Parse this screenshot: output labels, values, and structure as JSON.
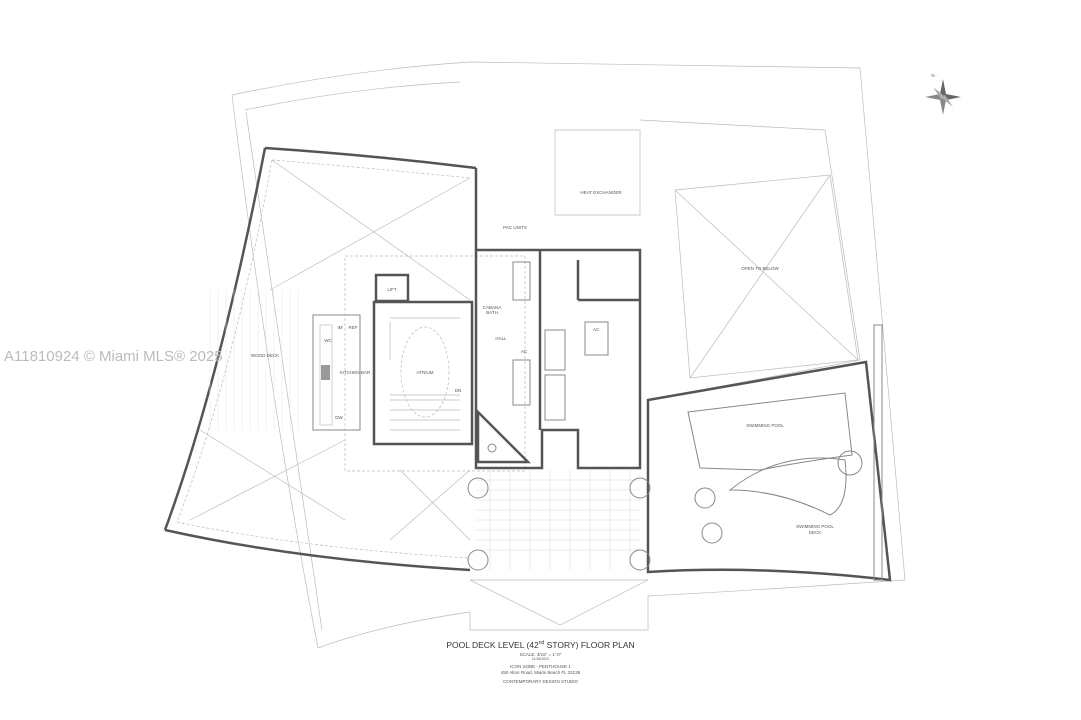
{
  "plan": {
    "title_main": "POOL DECK LEVEL (42",
    "title_sup": "nd",
    "title_end": " STORY) FLOOR PLAN",
    "scale": "SCALE: 3/16\" = 1'-0\"",
    "scale_sub": "11/18/2022",
    "project": "ICON SOBE - PENTHOUSE 1",
    "address": "450 Alton Road, Miami Beach FL 33139",
    "studio": "CONTEMPORARY DESIGN STUDIO",
    "north": "N"
  },
  "rooms": {
    "wood_deck": "WOOD DECK",
    "kitchen_bar": "KITCHEN-BAR",
    "atrium": "ATRIUM",
    "lift": "LIFT",
    "cabana": "CABANA",
    "bath": "BATH",
    "hall": "HALL",
    "ac1": "AC",
    "ac2": "AC",
    "pac_units": "PAC UNITS",
    "heat_exchanger": "HEAT EXCHANGER",
    "open_to_below": "OPEN TO BELOW",
    "swimming_pool": "SWIMMING POOL",
    "pool_deck_1": "SWIMMING POOL",
    "pool_deck_2": "DECK",
    "im": "IM",
    "ref": "REF",
    "wc": "WC",
    "dw": "DW",
    "dn": "DN"
  },
  "watermark": "A11810924 © Miami MLS® 2025"
}
